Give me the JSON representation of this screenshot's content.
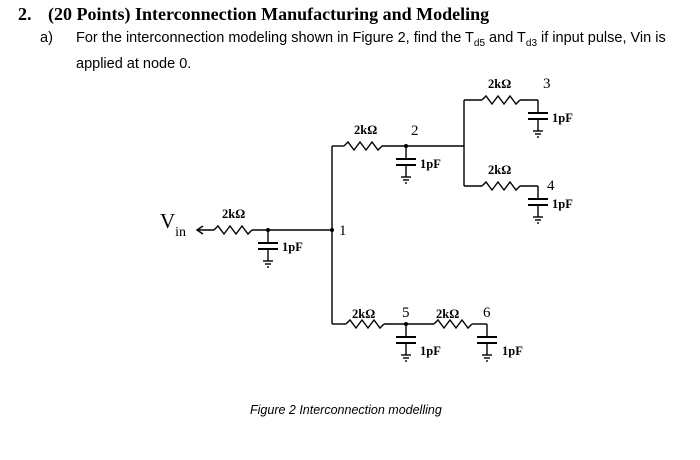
{
  "question": {
    "number": "2.",
    "title": "(20 Points) Interconnection Manufacturing and Modeling"
  },
  "part_a": {
    "label": "a)",
    "text_before": "For the interconnection modeling shown in Figure 2, find the T",
    "sub1": "d5",
    "text_mid": " and T",
    "sub2": "d3",
    "text_after": " if input pulse, Vin is applied at node 0."
  },
  "figure": {
    "input_label": "V",
    "input_sub": "in",
    "resistor_label": "2kΩ",
    "capacitor_label": "1pF",
    "nodes": [
      "1",
      "2",
      "3",
      "4",
      "5",
      "6"
    ],
    "caption": "Figure 2 Interconnection modelling"
  }
}
